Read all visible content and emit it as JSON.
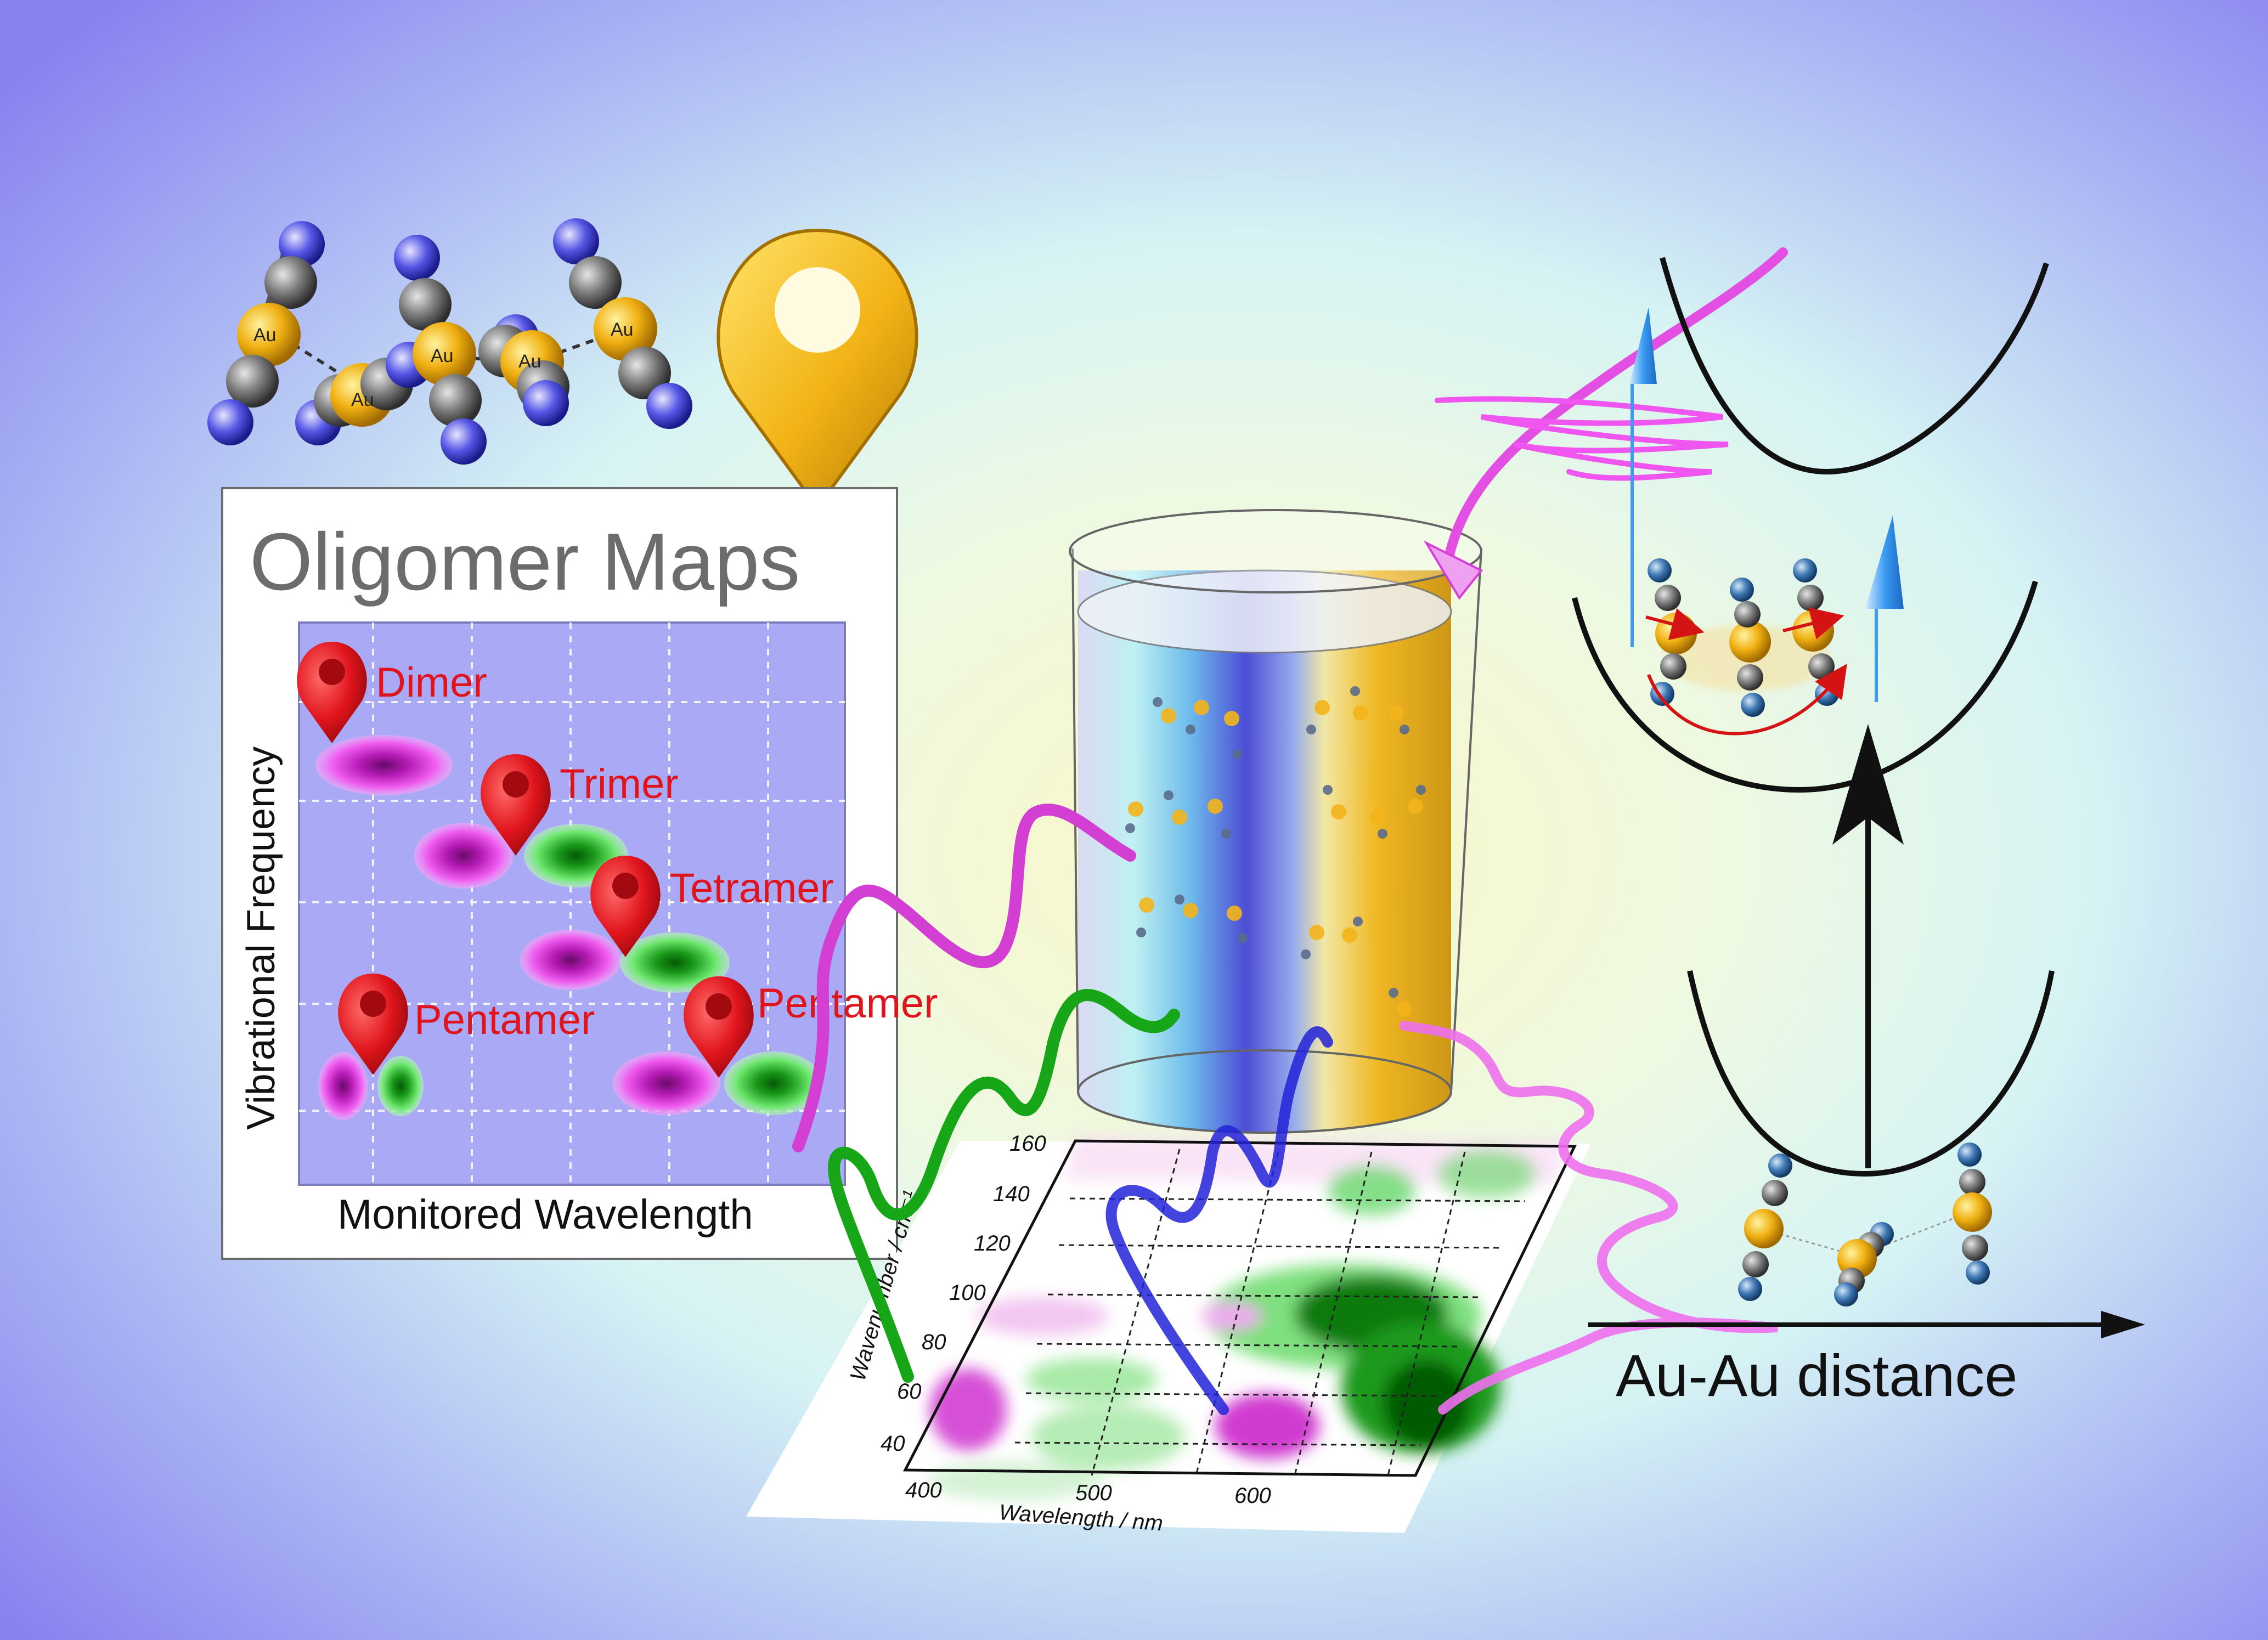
{
  "oligomer_maps": {
    "title": "Oligomer Maps",
    "y_axis_label": "Vibrational Frequency",
    "x_axis_label": "Monitored Wavelength",
    "markers": [
      {
        "label": "Dimer"
      },
      {
        "label": "Trimer"
      },
      {
        "label": "Tetramer"
      },
      {
        "label": "Pentamer"
      },
      {
        "label": "Pentamer"
      }
    ]
  },
  "molecule_labels": {
    "atom": "Au"
  },
  "spectrum_map": {
    "x_label": "Wavelength / nm",
    "y_label": "Wavenumber / cm⁻¹",
    "x_ticks": [
      "400",
      "500",
      "600"
    ],
    "y_ticks": [
      "40",
      "60",
      "80",
      "100",
      "120",
      "140",
      "160"
    ]
  },
  "energy_diagram": {
    "x_axis_label": "Au-Au distance"
  },
  "colors": {
    "background_center": "#f8f7c8",
    "background_mid": "#d8f4f3",
    "background_edge": "#8f8af0",
    "marker_red": "#e0141c",
    "pin_gold": "#f2b416",
    "magenta": "#d63cd6",
    "green": "#1fa81f",
    "blue": "#2a2ad8",
    "panel_bg": "#a9a9f6"
  },
  "icons": [
    "location-pin-icon",
    "up-arrow-icon",
    "right-arrow-icon"
  ]
}
